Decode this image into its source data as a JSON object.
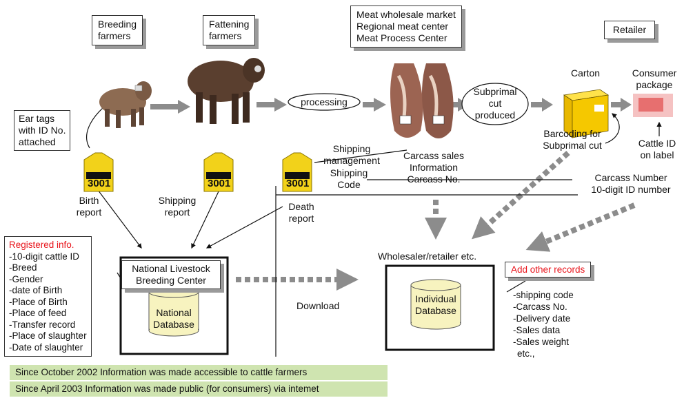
{
  "stages": {
    "breeding": [
      "Breeding",
      "farmers"
    ],
    "fattening": [
      "Fattening",
      "farmers"
    ],
    "market": [
      "Meat wholesale market",
      "Regional meat center",
      "Meat Process Center"
    ],
    "retailer": "Retailer"
  },
  "flow": {
    "processing": "processing",
    "subprimal": [
      "Subprimal",
      "cut",
      "produced"
    ],
    "carton": "Carton",
    "consumer_package": [
      "Consumer",
      "package"
    ]
  },
  "ear_tag_note": [
    "Ear tags",
    "with ID No.",
    "attached"
  ],
  "tag_number": "3001",
  "barcoding": [
    "Barcoding for",
    "Subprimal cut"
  ],
  "cattle_id_label": [
    "Cattle ID",
    "on label"
  ],
  "shipping_management": [
    "Shipping",
    "management"
  ],
  "shipping_code": [
    "Shipping",
    "Code"
  ],
  "carcass_sales": [
    "Carcass sales",
    "Information",
    "Carcass No."
  ],
  "carcass_number": [
    "Carcass Number",
    "10-digit ID number"
  ],
  "reports": {
    "birth": [
      "Birth",
      "report"
    ],
    "shipping": [
      "Shipping",
      "report"
    ],
    "death": [
      "Death",
      "report"
    ]
  },
  "registered_info": {
    "title": "Registered info.",
    "items": [
      "-10-digit cattle ID",
      "-Breed",
      "-Gender",
      "-date of Birth",
      "-Place of Birth",
      "-Place of feed",
      "-Transfer record",
      "-Place of slaughter",
      "-Date of slaughter"
    ]
  },
  "national_center": [
    "National Livestock",
    "Breeding Center"
  ],
  "national_db": [
    "National",
    "Database"
  ],
  "download": "Download",
  "wholesaler": "Wholesaler/retailer etc.",
  "individual_db": [
    "Individual",
    "Database"
  ],
  "other_records": {
    "title": "Add other records",
    "items": [
      "-shipping code",
      "-Carcass No.",
      "-Delivery date",
      "-Sales data",
      "-Sales weight",
      " etc.,"
    ]
  },
  "footer": [
    "Since October 2002 Information was made accessible to cattle farmers",
    "Since April 2003 Information was made public (for consumers) via intemet"
  ],
  "colors": {
    "accent_red": "#e8141b",
    "tag_yellow": "#f2d21a",
    "db_fill": "#f7f3bf",
    "footer_green": "#cfe4b0",
    "arrow_gray": "#8c8c8c"
  }
}
